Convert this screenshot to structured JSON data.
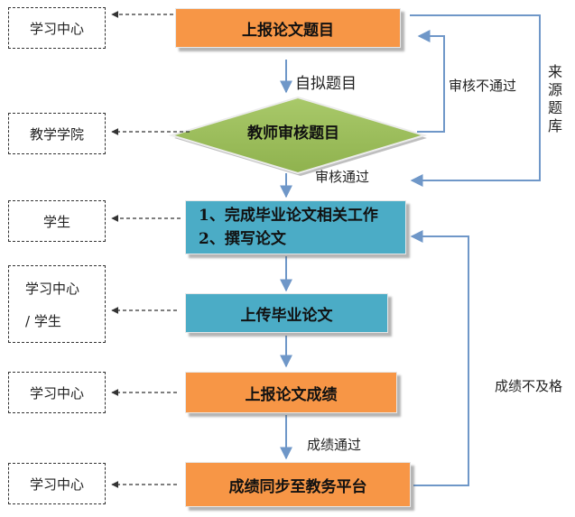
{
  "side_labels": {
    "s1": "学习中心",
    "s2": "教学学院",
    "s3": "学生",
    "s4_line1": "学习中心",
    "s4_line2": "/ 学生",
    "s5": "学习中心",
    "s6": "学习中心"
  },
  "steps": {
    "report_topic": "上报论文题目",
    "review_topic": "教师审核题目",
    "work_line1": "1、完成毕业论文相关工作",
    "work_line2": "2、撰写论文",
    "upload": "上传毕业论文",
    "report_grade": "上报论文成绩",
    "sync": "成绩同步至教务平台"
  },
  "edge_labels": {
    "self_topic": "自拟题目",
    "review_fail": "审核不通过",
    "review_pass": "审核通过",
    "grade_pass": "成绩通过",
    "grade_fail": "成绩不及格",
    "source_bank": [
      "来",
      "源",
      "题",
      "库"
    ]
  },
  "colors": {
    "orange": "#f79646",
    "teal": "#4bacc6",
    "diamond": "#9bbb59",
    "arrow_blue": "#6f97c8"
  }
}
